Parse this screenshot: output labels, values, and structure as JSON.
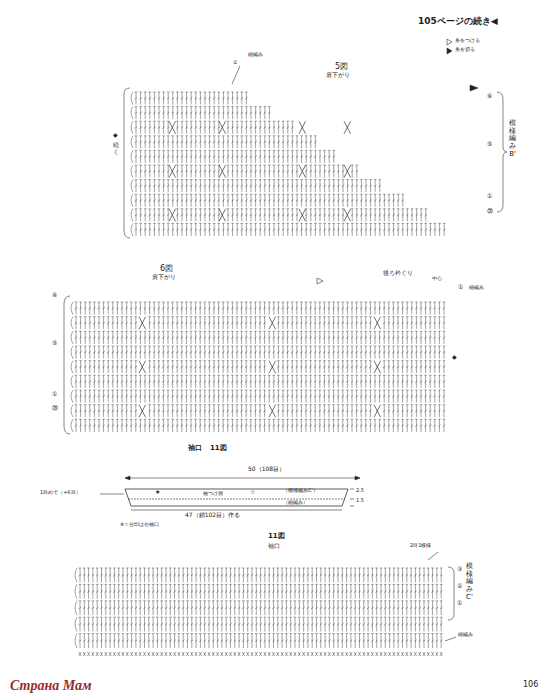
{
  "diagram": {
    "labels": [
      "105ページの続き◀",
      "5図",
      "肩下がり",
      "細編み",
      "①",
      "⑥",
      "⑤",
      "①",
      "⑳",
      "模様編みB'",
      "◆",
      "続く",
      "6図",
      "肩下がり",
      "後ろ衿ぐり",
      "中心",
      "①",
      "細編み",
      "⑥",
      "⑤",
      "①",
      "⑳",
      "◆",
      "袖口",
      "11図",
      "50（108目）",
      "1目めで（+6目）",
      "★",
      "袖つけ側",
      "☆",
      "（模様編みC'）",
      "（細編み）",
      "2.5",
      "1.5",
      "47（鎖102目）作る",
      "※☆合印は右袖口",
      "11図",
      "袖口",
      "2目1模様",
      "③",
      "②",
      "①",
      "模様編みC'",
      "細編み",
      "Страна Мам",
      "106"
    ],
    "legend": [
      {
        "text": "糸をつける"
      },
      {
        "text": "糸を切る"
      }
    ]
  }
}
